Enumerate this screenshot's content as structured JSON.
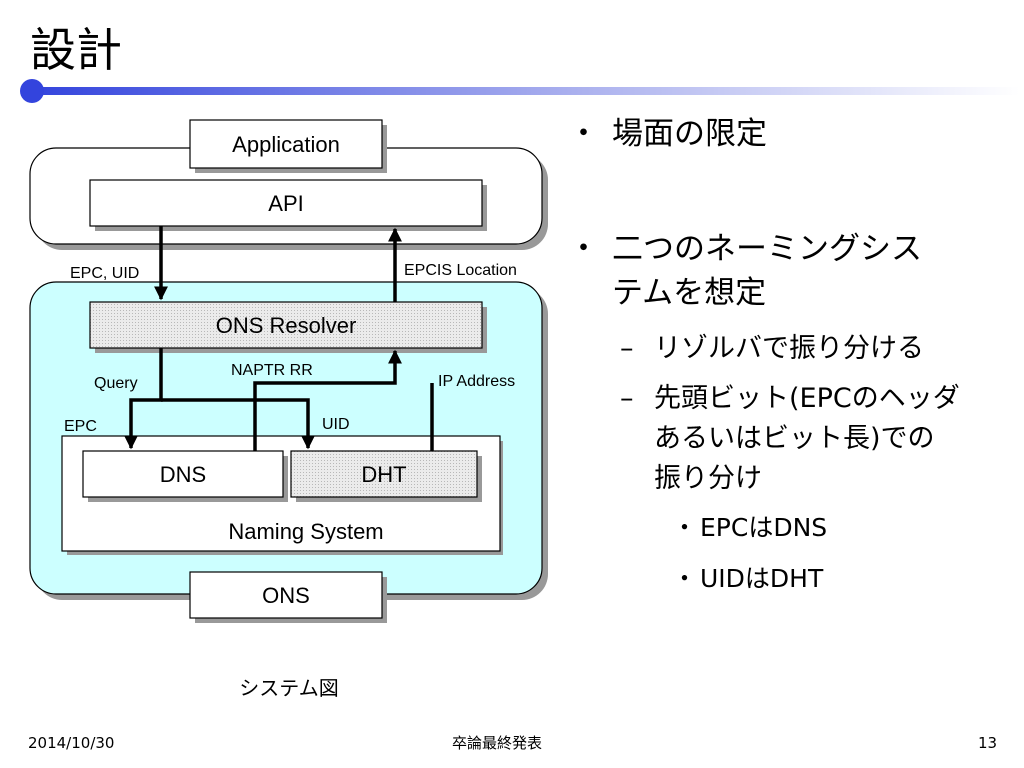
{
  "slide": {
    "title": "設計",
    "accent_color": "#3344dd"
  },
  "diagram": {
    "application": "Application",
    "api": "API",
    "ons_resolver": "ONS Resolver",
    "dns": "DNS",
    "dht": "DHT",
    "naming_system": "Naming System",
    "ons": "ONS",
    "label_epc_uid": "EPC, UID",
    "label_epcis_location": "EPCIS Location",
    "label_query": "Query",
    "label_naptr_rr": "NAPTR RR",
    "label_ip_address": "IP Address",
    "label_epc": "EPC",
    "label_uid": "UID",
    "caption": "システム図",
    "client_region_color": "#ffffff",
    "ons_region_color": "#ccffff"
  },
  "bullets": {
    "item1": "場面の限定",
    "item2_line1": "二つのネーミングシス",
    "item2_line2": "テムを想定",
    "sub_mark": "–",
    "bullet_mark": "・",
    "sub1": "リゾルバで振り分ける",
    "sub2_line1": "先頭ビット(EPCのヘッダ",
    "sub2_line2": "あるいはビット長)での",
    "sub2_line3": "振り分け",
    "subsub1": "EPCはDNS",
    "subsub2": "UIDはDHT"
  },
  "footer": {
    "date": "2014/10/30",
    "center": "卒論最終発表",
    "page": "13"
  }
}
